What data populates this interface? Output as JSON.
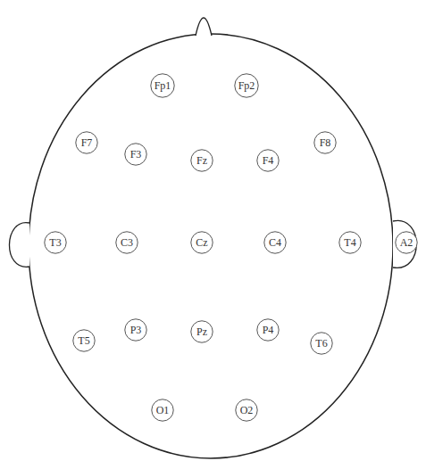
{
  "diagram": {
    "nodes": [
      {
        "text": [
          "Fp1"
        ]
      },
      {
        "text": [
          "Fp2"
        ]
      },
      {
        "text": [
          "F7"
        ]
      },
      {
        "text": [
          "F3"
        ]
      },
      {
        "text": [
          "Fz"
        ]
      },
      {
        "text": [
          "F4"
        ]
      },
      {
        "text": [
          "F8"
        ]
      },
      {
        "text": [
          "T3"
        ]
      },
      {
        "text": [
          "C3"
        ]
      },
      {
        "text": [
          "Cz"
        ]
      },
      {
        "text": [
          "C4"
        ]
      },
      {
        "text": [
          "T4"
        ]
      },
      {
        "text": [
          "A2"
        ]
      },
      {
        "text": [
          "T5"
        ]
      },
      {
        "text": [
          "P3"
        ]
      },
      {
        "text": [
          "Pz"
        ]
      },
      {
        "text": [
          "P4"
        ]
      },
      {
        "text": [
          "T6"
        ]
      },
      {
        "text": [
          "O1"
        ]
      },
      {
        "text": [
          "O2"
        ]
      }
    ]
  }
}
